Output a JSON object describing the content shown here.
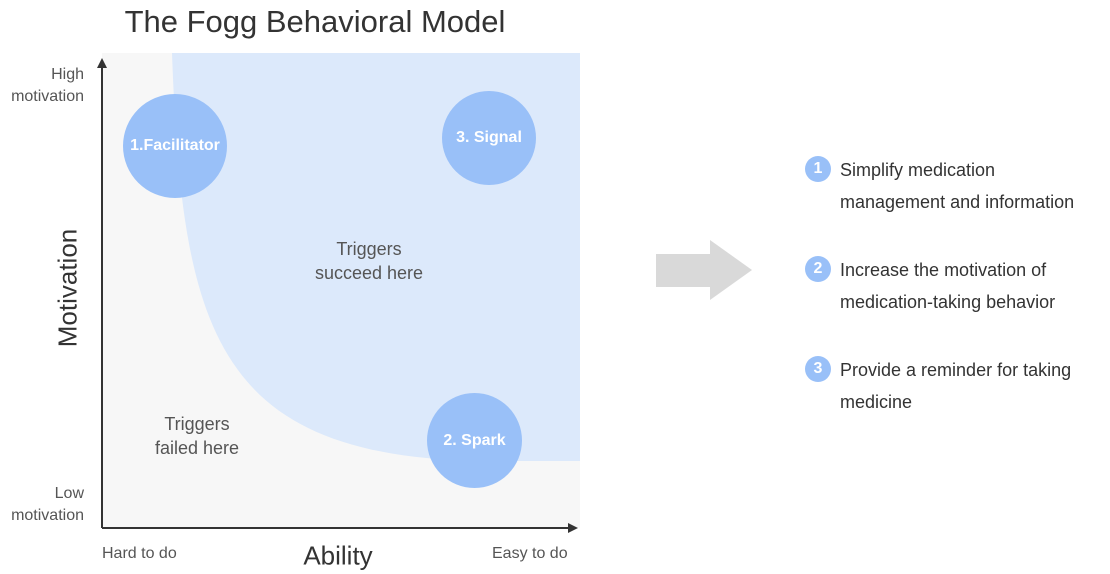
{
  "diagram": {
    "title": "The Fogg Behavioral Model",
    "y_axis": {
      "title": "Motivation",
      "high_label_line1": "High",
      "high_label_line2": "motivation",
      "low_label_line1": "Low",
      "low_label_line2": "motivation"
    },
    "x_axis": {
      "title": "Ability",
      "low_label": "Hard to do",
      "high_label": "Easy to do"
    },
    "regions": {
      "success_line1": "Triggers",
      "success_line2": "succeed here",
      "fail_line1": "Triggers",
      "fail_line2": "failed here"
    },
    "triggers": [
      {
        "label": "1.Facilitator"
      },
      {
        "label": "3. Signal"
      },
      {
        "label": "2. Spark"
      }
    ],
    "colors": {
      "accent_blue": "#99c0f8",
      "success_region": "#dce9fb",
      "fail_region": "#f7f7f7",
      "arrow_gray": "#d9d9d9"
    }
  },
  "strategies": [
    {
      "number": "1",
      "line1": "Simplify medication",
      "line2": "management and information"
    },
    {
      "number": "2",
      "line1": "Increase the motivation of",
      "line2": "medication-taking behavior"
    },
    {
      "number": "3",
      "line1": "Provide a reminder for taking",
      "line2": "medicine"
    }
  ]
}
